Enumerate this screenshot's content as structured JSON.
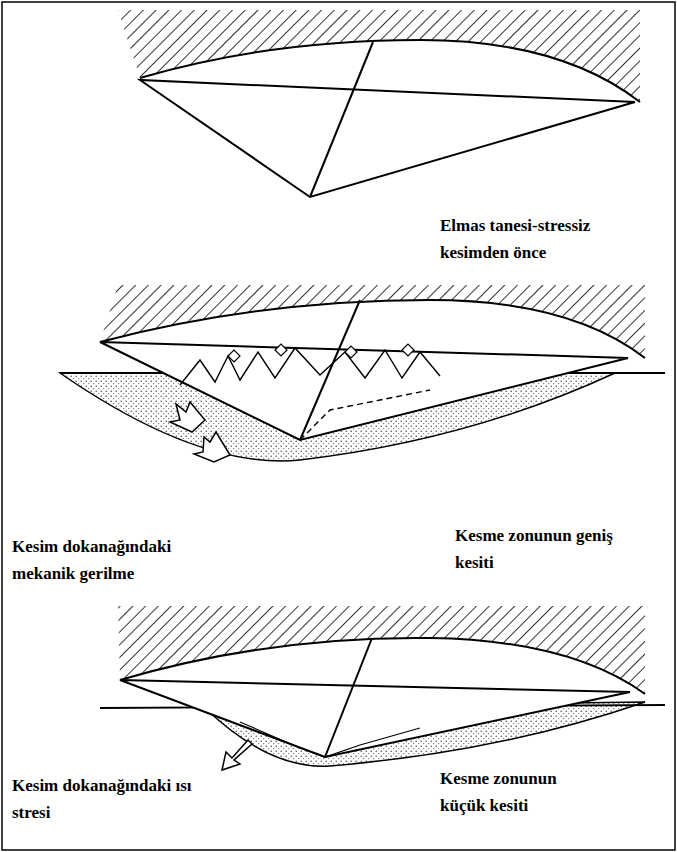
{
  "diagram": {
    "labels": [
      "Elmas tanesi-stressiz kesimden önce",
      "Kesim dokanağındaki mekanik gerilme",
      "Kesme zonunun geniş kesiti",
      "Kesim dokanağındaki ısı stresi",
      "Kesme zonunun küçük kesiti"
    ]
  }
}
